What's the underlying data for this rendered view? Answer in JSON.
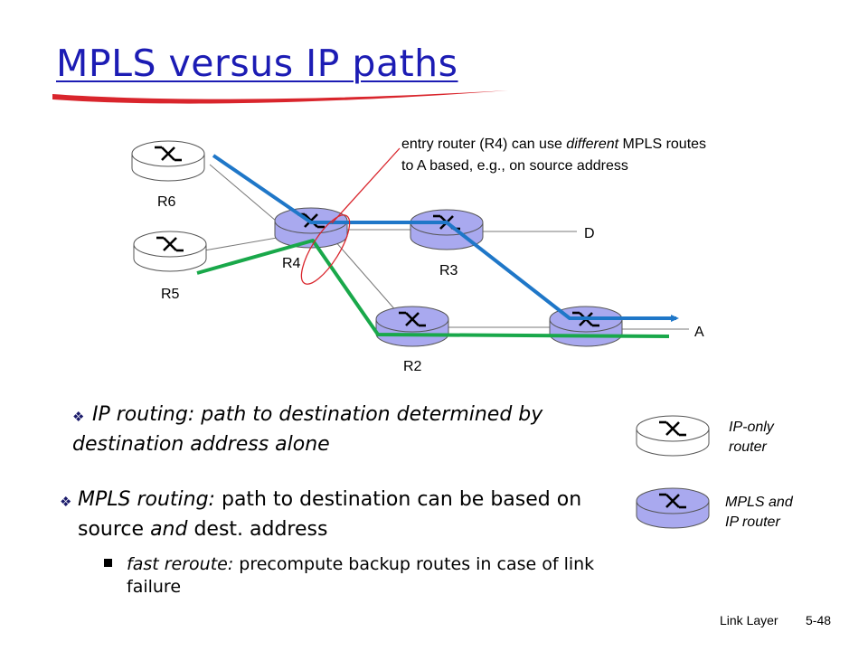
{
  "slide": {
    "title": "MPLS versus IP paths",
    "footer_left": "Link Layer",
    "footer_right": "5-48"
  },
  "diagram": {
    "routers": {
      "r6": "R6",
      "r5": "R5",
      "r4": "R4",
      "r3": "R3",
      "r2": "R2"
    },
    "destinations": {
      "d": "D",
      "a": "A"
    },
    "note_line1_a": "entry router (R4)  can use ",
    "note_line1_em": "different",
    "note_line1_b": " MPLS routes",
    "note_line2": "to A based, e.g., on source address",
    "colors": {
      "mpls_path": "#1f77c8",
      "ip_path": "#19a84a",
      "callout": "#d9252c",
      "mpls_router": "#a9a9ef",
      "title": "#1c1cb4"
    }
  },
  "bullets": {
    "ip_routing_label": "IP routing:",
    "ip_routing_text": " path to destination determined by destination address alone",
    "mpls_routing_label": "MPLS routing:",
    "mpls_routing_text1": " path to destination can be based on source ",
    "mpls_routing_and": "and",
    "mpls_routing_text2": " dest. address",
    "fast_reroute_label": "fast reroute:",
    "fast_reroute_text": " precompute backup routes in case of link failure"
  },
  "legend": {
    "ip_only_line1": "IP-only",
    "ip_only_line2": "router",
    "mpls_ip_line1": "MPLS and",
    "mpls_ip_line2": "IP router"
  }
}
